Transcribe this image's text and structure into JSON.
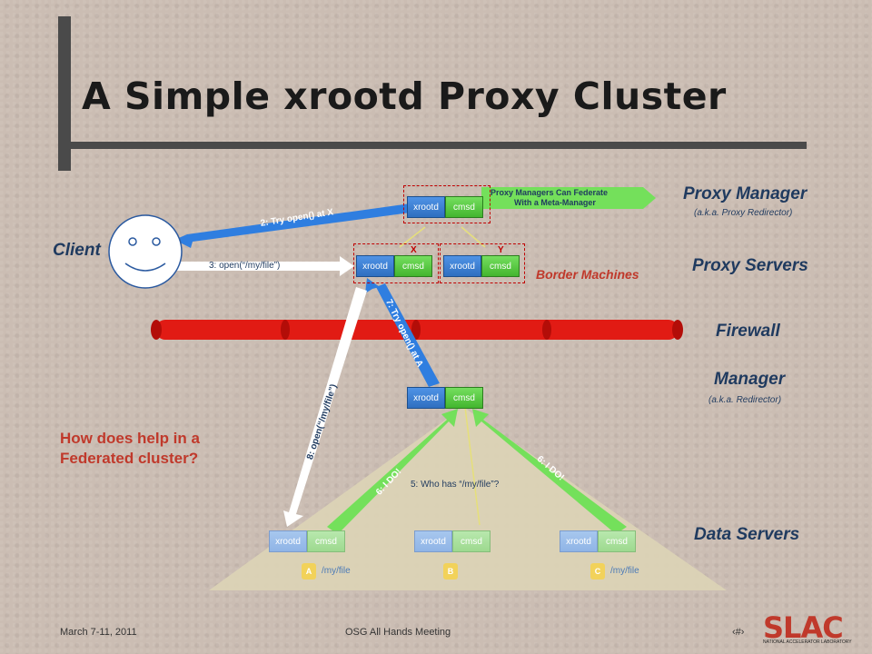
{
  "title": "A Simple xrootd Proxy Cluster",
  "labels": {
    "client": "Client",
    "proxy_manager": "Proxy Manager",
    "proxy_manager_sub": "(a.k.a. Proxy Redirector)",
    "proxy_servers": "Proxy Servers",
    "firewall": "Firewall",
    "manager": "Manager",
    "manager_sub": "(a.k.a. Redirector)",
    "data_servers": "Data Servers",
    "border_machines": "Border Machines",
    "federate_note_1": "Proxy Managers Can Federate",
    "federate_note_2": "With a Meta-Manager"
  },
  "node": {
    "xrootd": "xrootd",
    "cmsd": "cmsd"
  },
  "proxy_server_markers": [
    "X",
    "Y"
  ],
  "steps": {
    "s2": "2: Try open() at X",
    "s3": "3: open(“/my/file”)",
    "s5": "5: Who has “/my/file”?",
    "s6a": "6: I DO!",
    "s6b": "6: I DO!",
    "s7": "7: Try open() at A",
    "s8": "8: open(“/my/file”)"
  },
  "data_servers": [
    {
      "disk": "A",
      "file": "/my/file"
    },
    {
      "disk": "B",
      "file": ""
    },
    {
      "disk": "C",
      "file": "/my/file"
    }
  ],
  "question_line1": "How does help in a",
  "question_line2": "Federated cluster?",
  "footer": {
    "date": "March 7-11, 2011",
    "event": "OSG All Hands Meeting",
    "page": "‹#›"
  },
  "logo": {
    "text": "SLAC",
    "subtitle": "NATIONAL ACCELERATOR LABORATORY"
  }
}
